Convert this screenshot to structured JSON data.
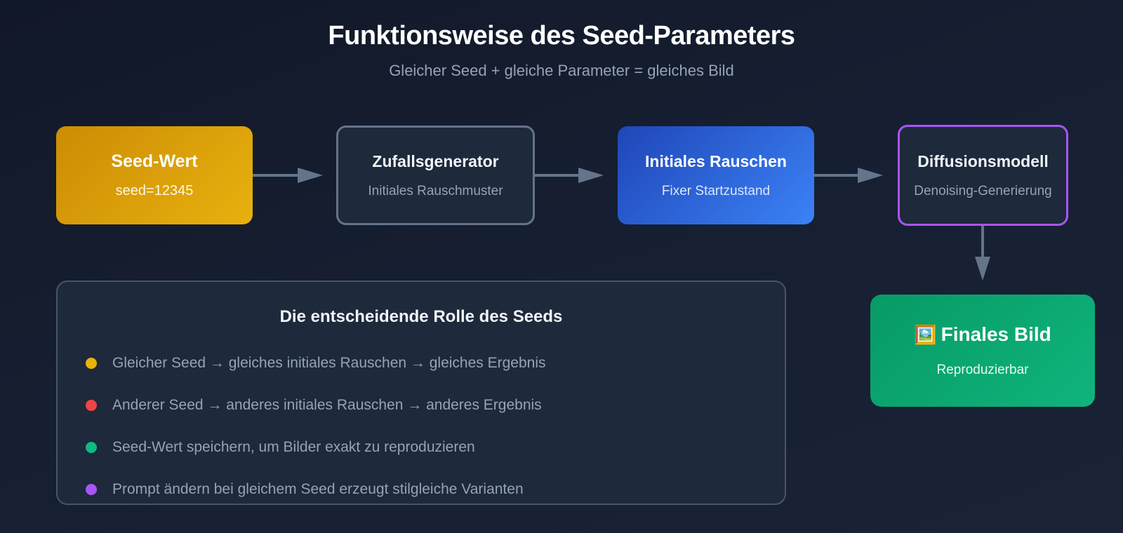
{
  "header": {
    "title": "Funktionsweise des Seed-Parameters",
    "subtitle": "Gleicher Seed + gleiche Parameter = gleiches Bild"
  },
  "nodes": [
    {
      "title": "Seed-Wert",
      "subtitle": "seed=12345",
      "color": "#e0a10a"
    },
    {
      "title": "Zufallsgenerator",
      "subtitle": "Initiales Rauschmuster",
      "color": "#64748b"
    },
    {
      "title": "Initiales Rauschen",
      "subtitle": "Fixer Startzustand",
      "color": "#3b82f6"
    },
    {
      "title": "Diffusionsmodell",
      "subtitle": "Denoising-Generierung",
      "color": "#a855f7"
    },
    {
      "icon": "🖼️",
      "icon_name": "framed-picture-icon",
      "title": "Finales Bild",
      "subtitle": "Reproduzierbar",
      "color": "#10b47c"
    }
  ],
  "panel": {
    "title": "Die entscheidende Rolle des Seeds",
    "bullets": [
      {
        "text": "Gleicher Seed → gleiches initiales Rauschen → gleiches Ergebnis",
        "color": "#eab308"
      },
      {
        "text": "Anderer Seed → anderes initiales Rauschen → anderes Ergebnis",
        "color": "#ef4444"
      },
      {
        "text": "Seed-Wert speichern, um Bilder exakt zu reproduzieren",
        "color": "#10b981"
      },
      {
        "text": "Prompt ändern bei gleichem Seed erzeugt stilgleiche Varianten",
        "color": "#a855f7"
      }
    ]
  },
  "colors": {
    "arrow": "#64748b",
    "background": "#111828"
  }
}
